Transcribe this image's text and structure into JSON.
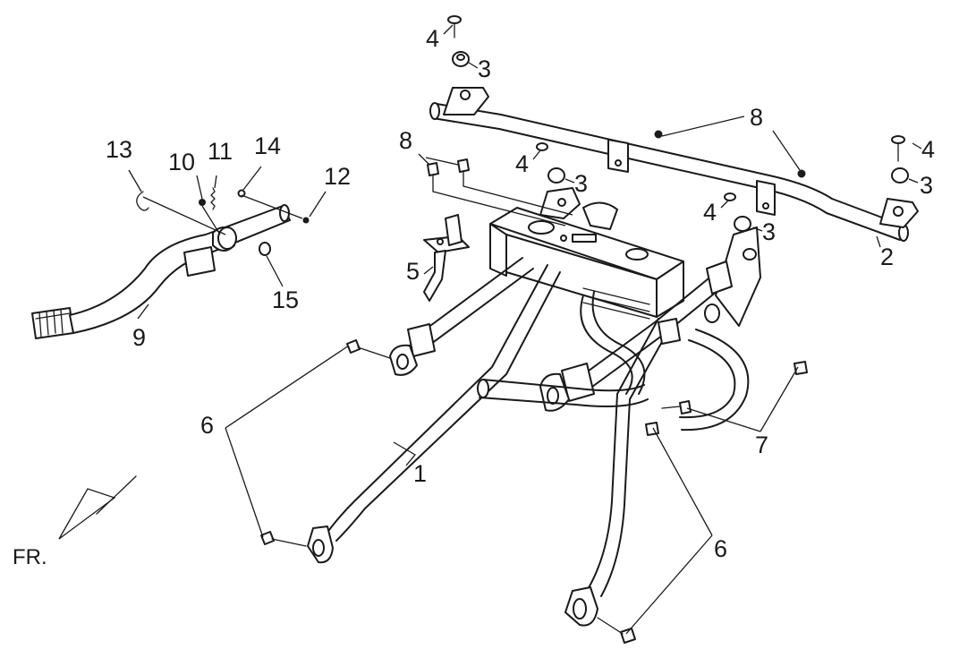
{
  "callouts": {
    "c1": "1",
    "c2": "2",
    "c3a": "3",
    "c3b": "3",
    "c3c": "3",
    "c3d": "3",
    "c4a": "4",
    "c4b": "4",
    "c4c": "4",
    "c4d": "4",
    "c5": "5",
    "c6a": "6",
    "c6b": "6",
    "c7": "7",
    "c8a": "8",
    "c8b": "8",
    "c9": "9",
    "c10": "10",
    "c11": "11",
    "c12": "12",
    "c13": "13",
    "c14": "14",
    "c15": "15"
  },
  "direction_label": "FR."
}
